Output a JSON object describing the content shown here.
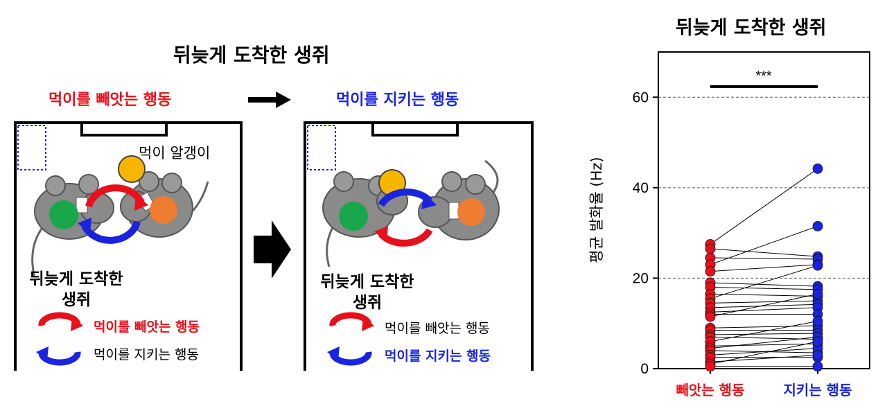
{
  "left_panel": {
    "title": "뒤늦게 도착한 생쥐",
    "robbing_header": "먹이를 빼앗는 행동",
    "defending_header": "먹이를 지키는 행동",
    "pellet_label": "먹이 알갱이",
    "late_mouse_label_line1": "뒤늦게 도착한",
    "late_mouse_label_line2": "생쥐",
    "legend_robbing": "먹이를 빼앗는 행동",
    "legend_defending": "먹이를 지키는 행동",
    "colors": {
      "robbing": "#e8101a",
      "defending": "#1a24e0",
      "late_mouse_marker": "#1aa64a",
      "other_mouse_marker": "#ef7d31",
      "pellet": "#f7b500",
      "mouse_body": "#8a8a8a"
    }
  },
  "chart_data": {
    "type": "scatter",
    "title": "뒤늦게 도착한 생쥐",
    "ylabel": "평균 발화율 (Hz)",
    "xlabel": "",
    "categories": [
      "빼앗는 행동",
      "지키는 행동"
    ],
    "category_colors": [
      "#e8101a",
      "#1a24e0"
    ],
    "ylim": [
      0,
      70
    ],
    "yticks": [
      0,
      20,
      40,
      60
    ],
    "grid": "dashed horizontal at 20, 40, 60",
    "significance": "***",
    "paired": [
      [
        27.5,
        44.2
      ],
      [
        26.5,
        24.8
      ],
      [
        24.5,
        24.2
      ],
      [
        23.0,
        31.5
      ],
      [
        21.5,
        23.0
      ],
      [
        19.0,
        18.2
      ],
      [
        18.0,
        17.5
      ],
      [
        16.5,
        16.0
      ],
      [
        15.5,
        22.8
      ],
      [
        14.5,
        15.0
      ],
      [
        13.5,
        14.2
      ],
      [
        12.5,
        13.5
      ],
      [
        12.0,
        12.0
      ],
      [
        11.5,
        16.5
      ],
      [
        9.0,
        9.5
      ],
      [
        8.5,
        8.5
      ],
      [
        7.5,
        7.8
      ],
      [
        7.0,
        6.5
      ],
      [
        6.0,
        10.5
      ],
      [
        5.0,
        5.5
      ],
      [
        4.5,
        7.0
      ],
      [
        4.0,
        3.5
      ],
      [
        3.0,
        4.5
      ],
      [
        2.5,
        2.5
      ],
      [
        1.5,
        3.0
      ],
      [
        1.0,
        6.0
      ],
      [
        0.5,
        0.5
      ]
    ]
  }
}
